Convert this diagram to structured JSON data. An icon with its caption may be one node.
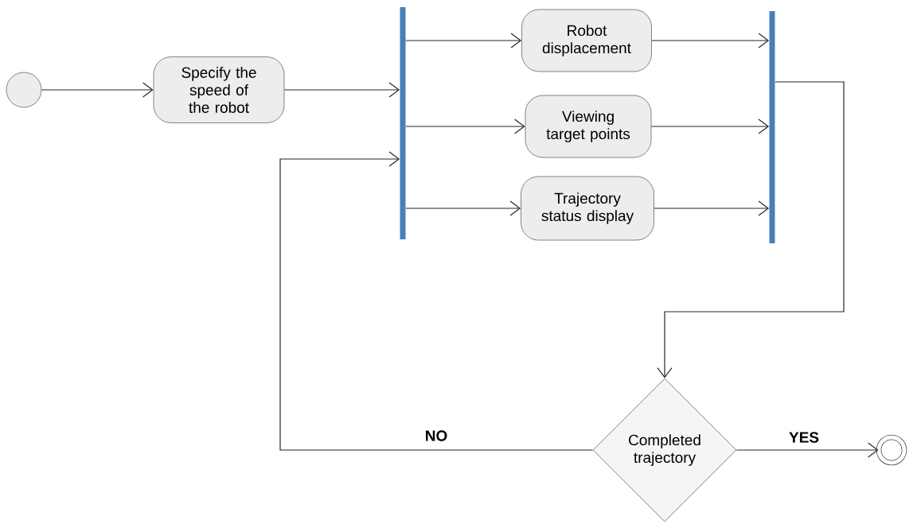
{
  "diagram": {
    "nodes": [
      {
        "text": [],
        "shape": "circle"
      },
      {
        "text": [
          "Specify the speed of the robot"
        ]
      },
      {
        "text": [],
        "shape": "bar"
      },
      {
        "text": [
          "Robot displacement"
        ]
      },
      {
        "text": [
          "Viewing target points"
        ]
      },
      {
        "text": [
          "Trajectory status display"
        ]
      },
      {
        "text": [],
        "shape": "bar"
      },
      {
        "text": [
          "Completed trajectory"
        ]
      },
      {
        "text": [],
        "shape": "circle"
      }
    ],
    "edges": [
      {
        "from": 0,
        "to": 1,
        "arrow": "to"
      },
      {
        "from": 1,
        "to": 2,
        "arrow": "to"
      },
      {
        "from": 2,
        "to": 3,
        "arrow": "to"
      },
      {
        "from": 2,
        "to": 4,
        "arrow": "to"
      },
      {
        "from": 2,
        "to": 5,
        "arrow": "to"
      },
      {
        "from": 3,
        "to": 6,
        "arrow": "to"
      },
      {
        "from": 4,
        "to": 6,
        "arrow": "to"
      },
      {
        "from": 5,
        "to": 6,
        "arrow": "to"
      },
      {
        "from": 6,
        "to": 7,
        "arrow": "to"
      },
      {
        "from": 7,
        "to": 2,
        "arrow": "to",
        "label": "NO"
      },
      {
        "from": 7,
        "to": 8,
        "arrow": "to",
        "label": "YES"
      }
    ]
  }
}
